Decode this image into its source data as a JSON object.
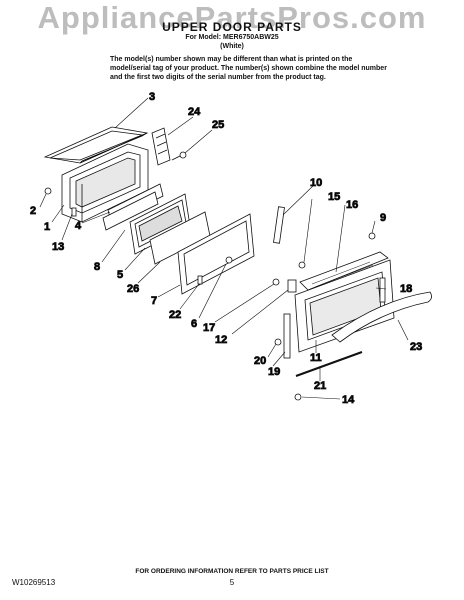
{
  "watermark": "AppliancePartsPros.com",
  "header": {
    "title": "UPPER DOOR PARTS",
    "model_line": "For Model: MER6750ABW25",
    "color_line": "(White)",
    "note": "The model(s) number shown may be different than what is printed on the model/serial tag of your product. The number(s) shown combine the model number and the first two digits of the serial number from the product tag."
  },
  "callouts": {
    "c1": "1",
    "c2": "2",
    "c3": "3",
    "c4": "4",
    "c5": "5",
    "c6": "6",
    "c7": "7",
    "c8": "8",
    "c9": "9",
    "c10": "10",
    "c11": "11",
    "c12": "12",
    "c13": "13",
    "c14": "14",
    "c15": "15",
    "c16": "16",
    "c17": "17",
    "c18": "18",
    "c19": "19",
    "c20": "20",
    "c21": "21",
    "c22": "22",
    "c23": "23",
    "c24": "24",
    "c25": "25",
    "c26": "26"
  },
  "footer": {
    "doc_number": "W10269513",
    "ordering": "FOR ORDERING INFORMATION REFER TO PARTS PRICE LIST",
    "page": "5"
  }
}
